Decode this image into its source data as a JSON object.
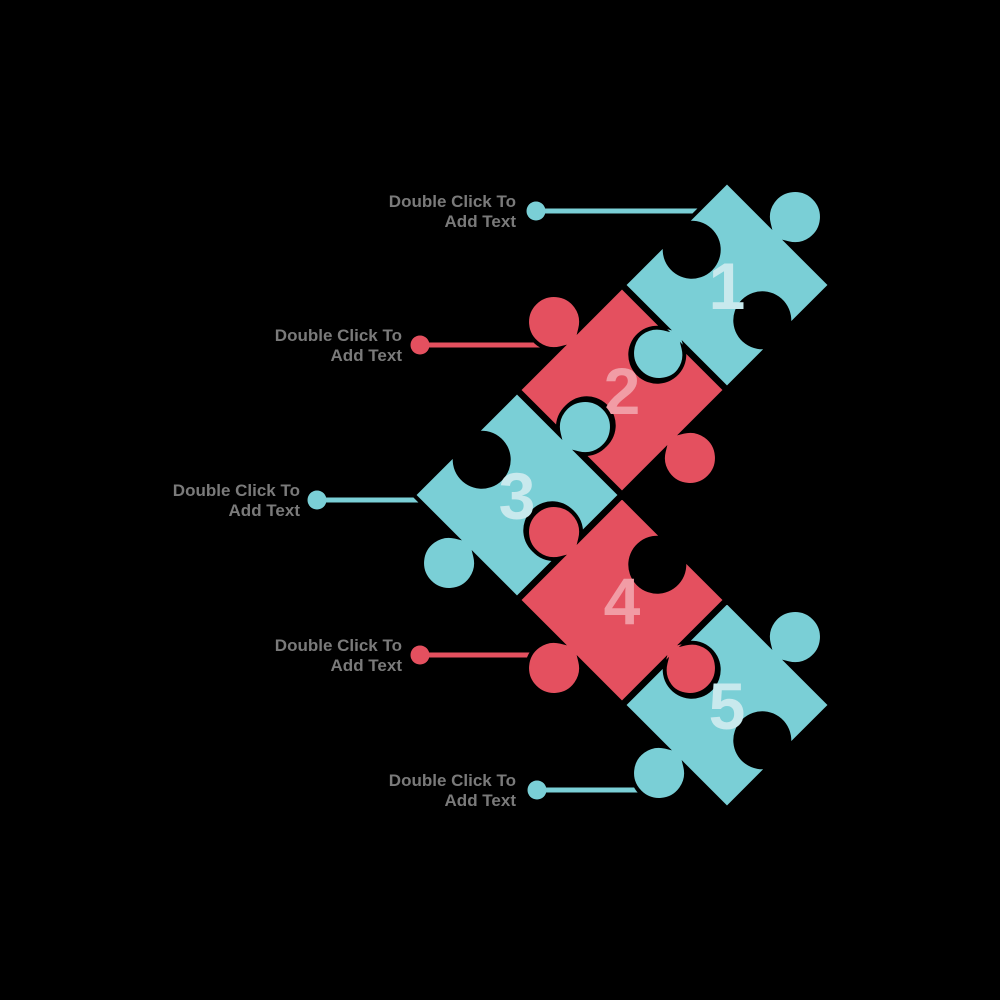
{
  "diagram": {
    "type": "puzzle-steps-infographic",
    "background": "#000000",
    "outline_color": "#000000",
    "label_color": "#7A7A7A",
    "colors": {
      "teal": "#7ACFD6",
      "red": "#E4505F",
      "teal_number": "#C8E9ED",
      "red_number": "#F19CA5"
    },
    "steps": [
      {
        "number": "1",
        "color": "teal",
        "label_line1": "Double Click To",
        "label_line2": "Add Text"
      },
      {
        "number": "2",
        "color": "red",
        "label_line1": "Double Click To",
        "label_line2": "Add Text"
      },
      {
        "number": "3",
        "color": "teal",
        "label_line1": "Double Click To",
        "label_line2": "Add Text"
      },
      {
        "number": "4",
        "color": "red",
        "label_line1": "Double Click To",
        "label_line2": "Add Text"
      },
      {
        "number": "5",
        "color": "teal",
        "label_line1": "Double Click To",
        "label_line2": "Add Text"
      }
    ]
  }
}
